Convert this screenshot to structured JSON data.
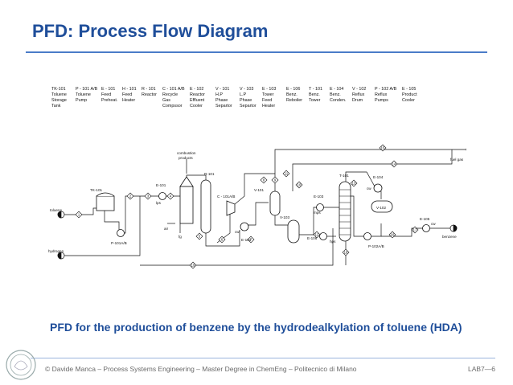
{
  "slide": {
    "title": "PFD: Process Flow Diagram",
    "caption": "PFD for the production of benzene by the hydrodealkylation of toluene (HDA)",
    "footer": "© Davide Manca – Process Systems Engineering – Master Degree in ChemEng – Politecnico di Milano",
    "page": "LAB7—6"
  },
  "header_columns": [
    [
      "TK-101",
      "Toluene",
      "Storage",
      "Tank"
    ],
    [
      "P - 101 A/B",
      "Toluene",
      "Pump"
    ],
    [
      "E - 101",
      "Feed",
      "Preheat."
    ],
    [
      "H - 101",
      "Feed",
      "Heater"
    ],
    [
      "R - 101",
      "Reactor"
    ],
    [
      "C - 101 A/B",
      "Recycle",
      "Gas",
      "Compssor"
    ],
    [
      "E - 102",
      "Reactor",
      "Effluent",
      "Cooler"
    ],
    [
      "V - 101",
      "H.P",
      "Phase",
      "Separtor"
    ],
    [
      "V - 103",
      "L.P",
      "Phase",
      "Separtor"
    ],
    [
      "E - 103",
      "Tower",
      "Feed",
      "Heater"
    ],
    [
      "E - 106",
      "Benz.",
      "Reboiler"
    ],
    [
      "T - 101",
      "Benz.",
      "Tower"
    ],
    [
      "E - 104",
      "Benz.",
      "Conden."
    ],
    [
      "V - 102",
      "Reflux",
      "Drum"
    ],
    [
      "P - 102 A/B",
      "Reflux",
      "Pumps"
    ],
    [
      "E - 105",
      "Product",
      "Cooler"
    ]
  ],
  "equipment_labels": {
    "tk101": "TK-101",
    "p101": "P-101A/B",
    "e101": "E-101",
    "h101": "H-101",
    "r101": "R-101",
    "c101": "C - 101A/B",
    "e102": "E-102",
    "v101": "V-101",
    "v103": "V-103",
    "e103": "E-103",
    "e106": "E-106",
    "t101": "T-101",
    "e104": "E-104",
    "v102": "V-102",
    "e105": "E-105",
    "p102": "P-102A/B",
    "combustion": [
      "combustion",
      "products"
    ],
    "air": "air",
    "fg": "fg",
    "lps": "lps",
    "cw": "cw",
    "mps": "mps",
    "hps": "hps"
  },
  "streams": {
    "toluene": "toluene",
    "hydrogen": "hydrogen",
    "fuel_gas": "fuel gas",
    "benzene": "benzene"
  },
  "stream_numbers": [
    "1",
    "2",
    "3",
    "4",
    "5",
    "6",
    "7",
    "8",
    "9",
    "10",
    "11",
    "12",
    "13",
    "14",
    "15",
    "16",
    "17",
    "18",
    "19"
  ]
}
